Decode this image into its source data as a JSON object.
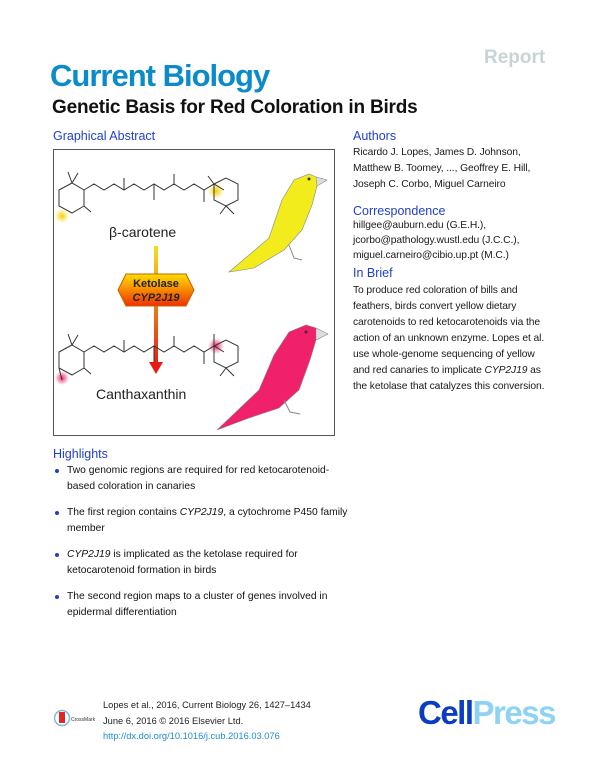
{
  "header": {
    "article_type": "Report",
    "journal": "Current Biology",
    "title": "Genetic Basis for Red Coloration in Birds"
  },
  "graphical_abstract": {
    "heading": "Graphical Abstract",
    "molecule_top": "β-carotene",
    "enzyme_label": "Ketolase",
    "enzyme_gene": "CYP2J19",
    "molecule_bottom": "Canthaxanthin",
    "colors": {
      "yellow_bird": "#f2ec1c",
      "red_bird": "#f0206a",
      "arrow_top": "#f2e020",
      "arrow_bottom": "#e81a10"
    }
  },
  "authors": {
    "heading": "Authors",
    "lines": [
      "Ricardo J. Lopes, James D. Johnson,",
      "Matthew B. Toomey, ..., Geoffrey E. Hill,",
      "Joseph C. Corbo, Miguel Carneiro"
    ]
  },
  "correspondence": {
    "heading": "Correspondence",
    "lines": [
      "hillgee@auburn.edu (G.E.H.),",
      "jcorbo@pathology.wustl.edu (J.C.C.),",
      "miguel.carneiro@cibio.up.pt (M.C.)"
    ]
  },
  "in_brief": {
    "heading": "In Brief",
    "text_before": "To produce red coloration of bills and feathers, birds convert yellow dietary carotenoids to red ketocarotenoids via the action of an unknown enzyme. Lopes et al. use whole-genome sequencing of yellow and red canaries to implicate ",
    "text_italic": "CYP2J19",
    "text_after": " as the ketolase that catalyzes this conversion."
  },
  "highlights": {
    "heading": "Highlights",
    "items": [
      {
        "before": "Two genomic regions are required for red ketocarotenoid-based coloration in canaries",
        "italic": "",
        "after": ""
      },
      {
        "before": "The first region contains ",
        "italic": "CYP2J19",
        "after": ", a cytochrome P450 family member"
      },
      {
        "before": "",
        "italic": "CYP2J19",
        "after": " is implicated as the ketolase required for ketocarotenoid formation in birds"
      },
      {
        "before": "The second region maps to a cluster of genes involved in epidermal differentiation",
        "italic": "",
        "after": ""
      }
    ]
  },
  "footer": {
    "citation": "Lopes et al., 2016, Current Biology 26, 1427–1434",
    "date": "June 6, 2016 © 2016 Elsevier Ltd.",
    "doi": "http://dx.doi.org/10.1016/j.cub.2016.03.076",
    "crossmark": "CrossMark",
    "publisher_cell": "Cell",
    "publisher_press": "Press"
  }
}
